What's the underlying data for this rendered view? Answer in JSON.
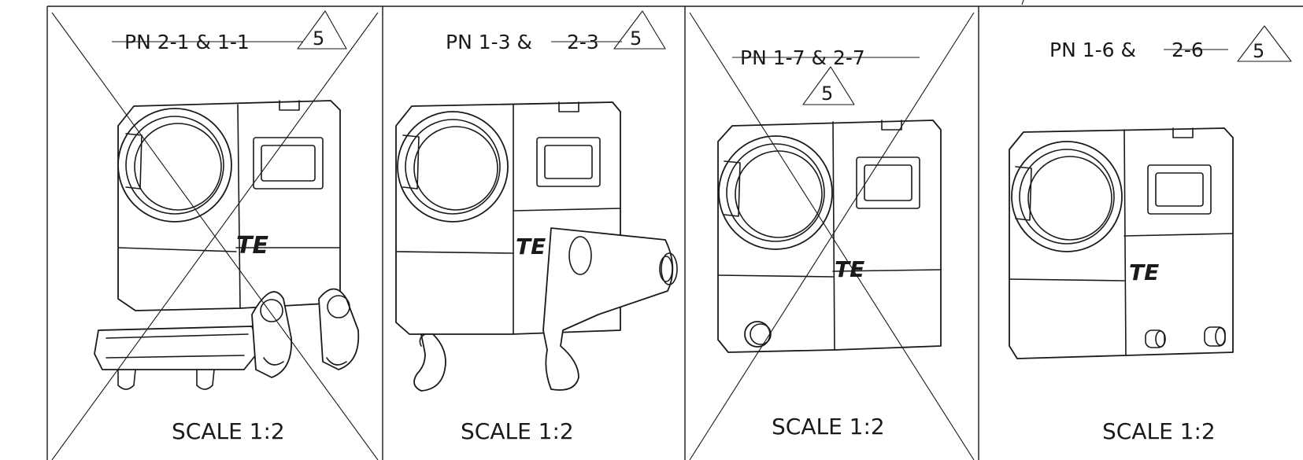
{
  "panels": [
    {
      "part_prefix": "PN 2-1 & 1-1",
      "part_rest": "",
      "prefix_struck": true,
      "rest_struck": false,
      "revision": "5",
      "scale": "SCALE 1:2",
      "logo": "TE",
      "crossed_out": true
    },
    {
      "part_prefix": "PN 1-3 &",
      "part_rest": "2-3",
      "prefix_struck": false,
      "rest_struck": true,
      "revision": "5",
      "scale": "SCALE 1:2",
      "logo": "TE",
      "crossed_out": false
    },
    {
      "part_prefix": "PN 1-7 & 2-7",
      "part_rest": "",
      "prefix_struck": true,
      "rest_struck": false,
      "revision": "5",
      "scale": "SCALE 1:2",
      "logo": "TE",
      "crossed_out": true
    },
    {
      "part_prefix": "PN 1-6 &",
      "part_rest": "2-6",
      "prefix_struck": false,
      "rest_struck": true,
      "revision": "5",
      "scale": "SCALE 1:2",
      "logo": "TE",
      "crossed_out": false
    }
  ]
}
